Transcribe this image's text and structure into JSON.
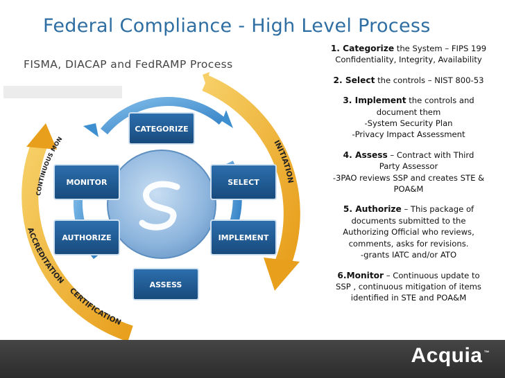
{
  "title": "Federal Compliance - High Level Process",
  "subtitle": "FISMA, DIACAP and FedRAMP Process",
  "diagram": {
    "boxes": {
      "categorize": "CATEGORIZE",
      "select": "SELECT",
      "implement": "IMPLEMENT",
      "assess": "ASSESS",
      "authorize": "AUTHORIZE",
      "monitor": "MONITOR"
    },
    "arcs": {
      "initiation": "INITIATION",
      "continuous_monitoring": "CONTINUOUS MONITORING",
      "accreditation": "ACCREDITATION",
      "certification": "CERTIFICATION"
    },
    "colors": {
      "box": "#1e5a94",
      "hub": "#8fb6de",
      "arrow": "#f0b432",
      "ring": "#3d8fd0"
    }
  },
  "steps": [
    {
      "head": "1. Categorize",
      "lines": [
        " the System – FIPS 199",
        "Confidentiality, Integrity, Availability"
      ]
    },
    {
      "head": "2. Select",
      "lines": [
        " the controls – NIST 800-53"
      ]
    },
    {
      "head": "3. Implement",
      "lines": [
        " the controls and",
        "document them",
        "-System Security Plan",
        "-Privacy Impact Assessment"
      ]
    },
    {
      "head": "4. Assess",
      "lines": [
        " – Contract with Third",
        "Party Assessor",
        "-3PAO reviews SSP and creates STE &",
        "POA&M"
      ]
    },
    {
      "head": "5. Authorize",
      "lines": [
        " – This package of",
        "documents submitted to the",
        "Authorizing Official who reviews,",
        "comments, asks for revisions.",
        "-grants IATC and/or ATO"
      ]
    },
    {
      "head": "6.Monitor",
      "lines": [
        " – Continuous update to",
        "SSP , continuous mitigation of items",
        "identified in STE and POA&M"
      ]
    }
  ],
  "logo": {
    "text": "Acquia",
    "tm": "™"
  }
}
